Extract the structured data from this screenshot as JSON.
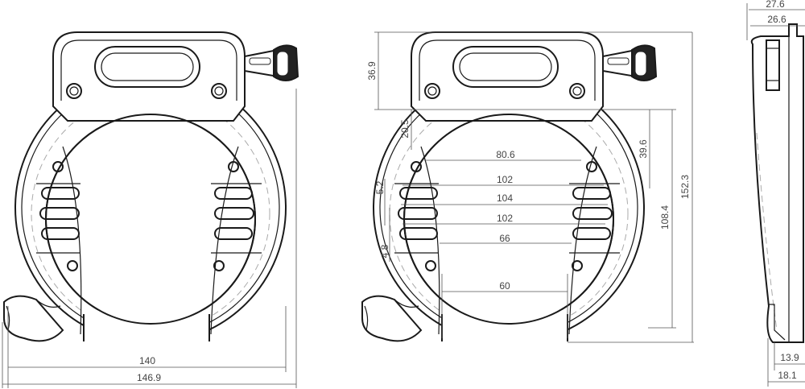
{
  "drawing": {
    "title": "Frame lock dimension drawing",
    "front_view": {
      "dim_inner_width": "140",
      "dim_outer_width": "146.9"
    },
    "detail_view": {
      "dim_plate_height": "36.9",
      "dim_ring_top_to_pin": "20.5",
      "dim_pin_span": "80.6",
      "dim_ring_top_to_slats": "39.6",
      "dim_slat_width_1": "102",
      "dim_slat_width_2": "104",
      "dim_slat_width_3": "102",
      "dim_inner_span": "66",
      "dim_slat_pitch": "5.2",
      "dim_slat_gap": "4.8",
      "dim_ring_height": "108.4",
      "dim_total_height": "152.3",
      "dim_opening": "60"
    },
    "side_view": {
      "dim_depth_max": "27.6",
      "dim_depth_body": "26.6",
      "dim_bottom_inner": "13.9",
      "dim_bottom_outer": "18.1"
    }
  }
}
